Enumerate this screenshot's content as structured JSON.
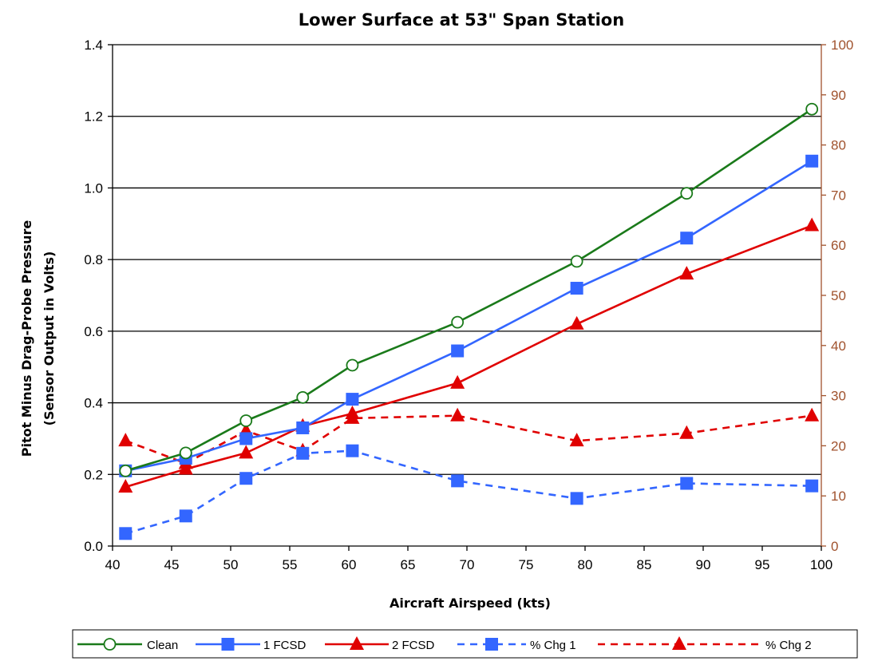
{
  "chart_data": {
    "type": "line",
    "title": "Lower Surface at 53\" Span Station",
    "xlabel": "Aircraft Airspeed (kts)",
    "ylabel": "Pitot Minus Drag-Probe Pressure",
    "ylabel2": "(Sensor Output in Volts)",
    "xlim": [
      40,
      100
    ],
    "ylim": [
      0,
      1.4
    ],
    "y2lim": [
      0,
      100
    ],
    "x_ticks": [
      "40",
      "45",
      "50",
      "55",
      "60",
      "65",
      "70",
      "75",
      "80",
      "85",
      "90",
      "95",
      "100"
    ],
    "y_ticks": [
      "0.0",
      "0.2",
      "0.4",
      "0.6",
      "0.8",
      "1.0",
      "1.2",
      "1.4"
    ],
    "y2_ticks": [
      "0",
      "10",
      "20",
      "30",
      "40",
      "50",
      "60",
      "70",
      "80",
      "90",
      "100"
    ],
    "grid": "horizontal",
    "legend_position": "bottom",
    "colors": {
      "right_axis": "#a0522d",
      "clean": "#1a7a1a",
      "fcsd1": "#3366ff",
      "fcsd2": "#e00000"
    },
    "x": [
      41.1,
      46.2,
      51.3,
      56.1,
      60.3,
      69.2,
      79.3,
      88.6,
      99.2
    ],
    "series": [
      {
        "name": "Clean",
        "axis": "left",
        "color": "#1a7a1a",
        "dash": false,
        "marker": "circle-open",
        "values": [
          0.21,
          0.26,
          0.35,
          0.415,
          0.505,
          0.625,
          0.795,
          0.985,
          1.22
        ]
      },
      {
        "name": "1 FCSD",
        "axis": "left",
        "color": "#3366ff",
        "dash": false,
        "marker": "square",
        "values": [
          0.21,
          0.245,
          0.3,
          0.33,
          0.41,
          0.545,
          0.72,
          0.86,
          1.075
        ]
      },
      {
        "name": "2 FCSD",
        "axis": "left",
        "color": "#e00000",
        "dash": false,
        "marker": "triangle",
        "values": [
          0.165,
          0.215,
          0.26,
          0.335,
          0.37,
          0.455,
          0.62,
          0.76,
          0.895
        ]
      },
      {
        "name": "% Chg 1",
        "axis": "right",
        "color": "#3366ff",
        "dash": true,
        "marker": "square",
        "values": [
          2.5,
          6.0,
          13.5,
          18.5,
          19.0,
          13.0,
          9.5,
          12.5,
          12.0
        ]
      },
      {
        "name": "% Chg 2",
        "axis": "right",
        "color": "#e00000",
        "dash": true,
        "marker": "triangle",
        "values": [
          21.0,
          16.5,
          23.0,
          19.0,
          25.5,
          26.0,
          21.0,
          22.5,
          26.0
        ]
      }
    ]
  }
}
